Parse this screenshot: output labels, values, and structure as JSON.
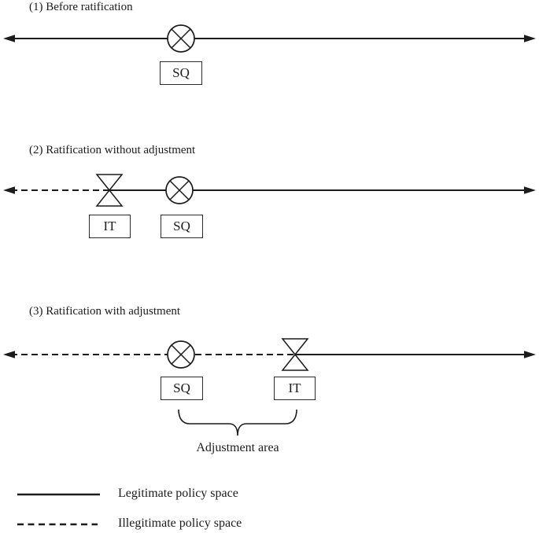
{
  "figure": {
    "background": "#ffffff",
    "ink_color": "#1c1c1c"
  },
  "panels": [
    {
      "title": "(1) Before ratification",
      "line_style": "solid-both-arrows",
      "markers": [
        {
          "symbol": "circle-cross",
          "label": "SQ"
        }
      ]
    },
    {
      "title": "(2) Ratification without adjustment",
      "line_style": "dashed-left-solid-right",
      "markers": [
        {
          "symbol": "bowtie",
          "label": "IT"
        },
        {
          "symbol": "circle-cross",
          "label": "SQ"
        }
      ]
    },
    {
      "title": "(3) Ratification with adjustment",
      "line_style": "dashed-left-solid-right",
      "markers": [
        {
          "symbol": "circle-cross",
          "label": "SQ"
        },
        {
          "symbol": "bowtie",
          "label": "IT"
        }
      ],
      "annotation": "Adjustment area"
    }
  ],
  "legend": {
    "items": [
      {
        "line_style": "solid",
        "label": "Legitimate policy space"
      },
      {
        "line_style": "dashed",
        "label": "Illegitimate policy space"
      }
    ]
  }
}
